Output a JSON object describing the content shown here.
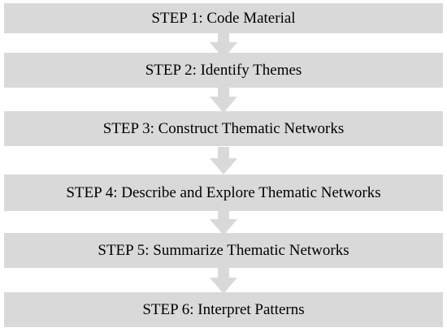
{
  "steps": [
    {
      "label": "STEP 1: Code Material"
    },
    {
      "label": "STEP 2: Identify Themes"
    },
    {
      "label": "STEP 3: Construct Thematic Networks"
    },
    {
      "label": "STEP 4: Describe and Explore Thematic Networks"
    },
    {
      "label": "STEP 5: Summarize Thematic Networks"
    },
    {
      "label": "STEP 6: Interpret Patterns"
    }
  ],
  "colors": {
    "box_fill": "#d9d9d9",
    "arrow_fill": "#d9d9d9",
    "text": "#000000",
    "background": "#ffffff"
  },
  "icons": {
    "connector": "down-arrow-icon"
  }
}
